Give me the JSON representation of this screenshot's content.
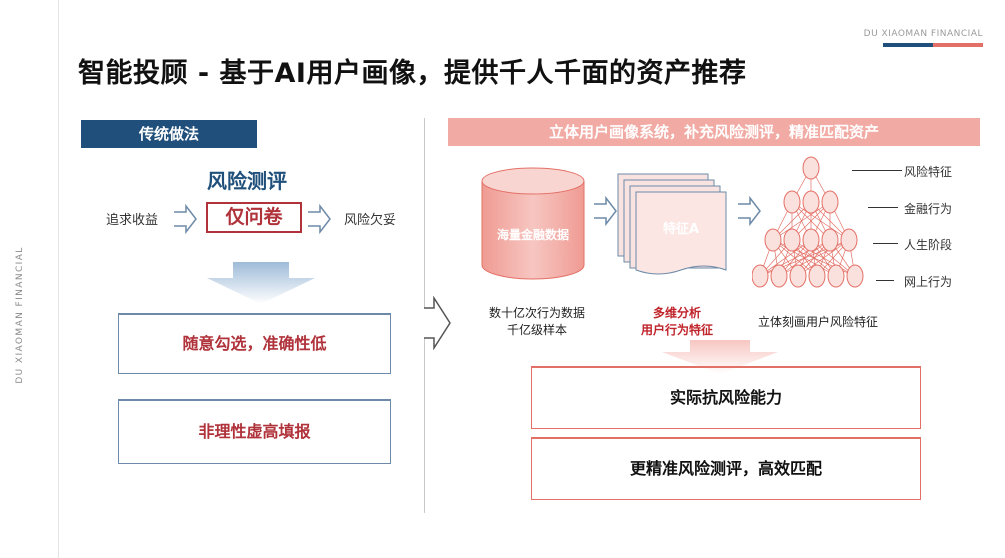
{
  "brand": {
    "top_right": "DU XIAOMAN FINANCIAL",
    "side": "DU XIAOMAN FINANCIAL",
    "accent_colors": [
      "#1f4f7a",
      "#e37066"
    ]
  },
  "title": "智能投顾 - 基于AI用户画像，提供千人千面的资产推荐",
  "left": {
    "header": "传统做法",
    "risk_title": "风险测评",
    "input_label": "追求收益",
    "questionnaire": "仅问卷",
    "output_label": "风险欠妥",
    "problems": [
      "随意勾选，准确性低",
      "非理性虚高填报"
    ]
  },
  "right": {
    "header": "立体用户画像系统，补充风险测评，精准匹配资产",
    "database_label": "海量金融数据",
    "database_caption": [
      "数十亿次行为数据",
      "千亿级样本"
    ],
    "feature_label": "特征A",
    "feature_caption": [
      "多维分析",
      "用户行为特征"
    ],
    "network_caption": "立体刻画用户风险特征",
    "network_features": [
      "风险特征",
      "金融行为",
      "人生阶段",
      "网上行为"
    ],
    "results": [
      "实际抗风险能力",
      "更精准风险测评，高效匹配"
    ]
  }
}
